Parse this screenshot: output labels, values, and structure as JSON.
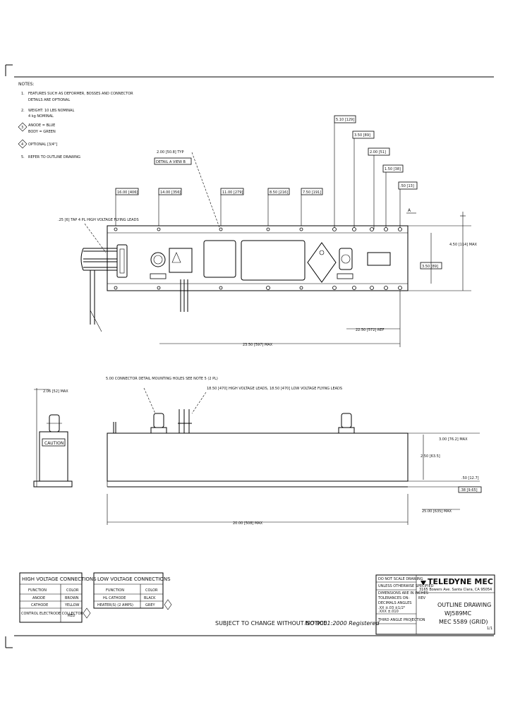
{
  "notes": {
    "heading": "NOTES:",
    "items": [
      {
        "id": "1.",
        "lines": [
          "FEATURES SUCH AS DEFORMER, BOSSES AND CONNECTOR",
          "DETAILS ARE OPTIONAL"
        ]
      },
      {
        "id": "2.",
        "lines": [
          "WEIGHT: 10 LBS NOMINAL",
          "4 kg NOMINAL"
        ]
      },
      {
        "id": "3",
        "lines": [
          "ANODE = BLUE",
          "BODY = GREEN"
        ],
        "flagged": true
      },
      {
        "id": "4",
        "lines": [
          "OPTIONAL [3/4\"]"
        ],
        "flagged": true
      },
      {
        "id": "5.",
        "lines": [
          "REFER TO OUTLINE DRAWING"
        ]
      }
    ]
  },
  "dimensions": {
    "top_1": "5.10 [129]",
    "top_2": "3.50 [89]",
    "top_3": "2.00 [51]",
    "top_4": "1.50 [38]",
    "top_5": ".50 [13]",
    "chassis_callout": "2.00 [50.8] TYP",
    "chassis_callout_2": "DETAIL A VIEW B",
    "row_1": "16.00 [406]",
    "row_2": "14.00 [356]",
    "row_3": "11.00 [279]",
    "row_4": "8.50 [216]",
    "row_5": "7.50 [191]",
    "connector_note": ".25 [6] TAP 4 PL HIGH VOLTAGE FLYING LEADS",
    "height_right": "4.50 [114] MAX",
    "height_inner": "3.50 [89]",
    "length_1": "22.50 [572] REF",
    "length_2": "23.50 [597] MAX",
    "mark_a": "A",
    "side_connector_note": "5.00 CONNECTOR DETAIL MOUNTING HOLES SEE NOTE 5 (2 PL)",
    "side_lead_note": "18.50 [470] HIGH VOLTAGE LEADS, 18.50 [470] LOW VOLTAGE FLYING LEADS",
    "side_height_left": "2.06 [52] MAX",
    "side_height_right": "3.00 [76.2] MAX",
    "side_height_mid": "2.50 [63.5]",
    "side_base": ".50 [12.7]",
    "side_base_2": ".38 [9.65]",
    "side_length_1": "25.00 [635] MAX",
    "side_length_2": "20.00 [508] MAX",
    "caution": "CAUTION"
  },
  "hv_table": {
    "title": "HIGH VOLTAGE CONNECTIONS",
    "headers": [
      "FUNCTION",
      "COLOR"
    ],
    "rows": [
      [
        "ANODE",
        "BROWN"
      ],
      [
        "CATHODE",
        "YELLOW"
      ],
      [
        "CONTROL ELECTRODE COLLECTOR",
        "RED"
      ]
    ]
  },
  "lv_table": {
    "title": "LOW VOLTAGE CONNECTIONS",
    "headers": [
      "FUNCTION",
      "COLOR"
    ],
    "rows": [
      [
        "HL CATHODE",
        "BLACK"
      ],
      [
        "HEATER(S) (2 AMPS)",
        "GREY"
      ]
    ]
  },
  "footer": {
    "subject": "SUBJECT TO CHANGE WITHOUT NOTICE",
    "iso": "ISO 9001:2000 Registered"
  },
  "title_block": {
    "company": "TELEDYNE MEC",
    "address": "3165 Bowers Ave. Santa Clara, CA 95054",
    "drawing_title": "OUTLINE DRAWING",
    "part": "WJ589MC",
    "doc": "MEC 5589 (GRID)",
    "rev": "REV",
    "notice_lines": [
      "DO NOT SCALE DRAWING",
      "UNLESS OTHERWISE SPECIFIED",
      "DIMENSIONS ARE IN INCHES",
      "TOLERANCES ON:",
      "DECIMALS  ANGLES",
      ".XX ±.03   ±1/2°",
      ".XXX ±.010",
      "THIRD ANGLE PROJECTION"
    ],
    "page": "1/1"
  }
}
